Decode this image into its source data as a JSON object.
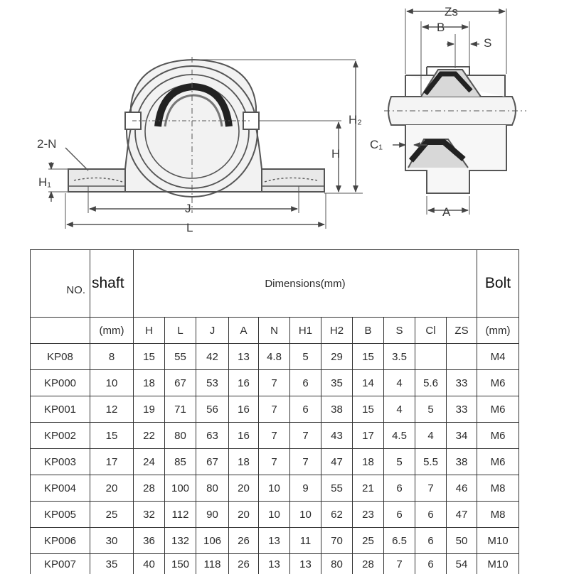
{
  "drawing": {
    "front_view_labels": {
      "n": "2-N",
      "h1": "H₁",
      "h": "H",
      "h2": "H₂",
      "j": "J",
      "l": "L"
    },
    "side_view_labels": {
      "zs": "Zs",
      "b": "B",
      "s": "S",
      "c1": "C₁",
      "a": "A"
    }
  },
  "table": {
    "header": {
      "no": "NO.",
      "shaft": "shaft",
      "dimensions": "Dimensions(mm)",
      "bolt": "Bolt"
    },
    "units": [
      "(mm)",
      "H",
      "L",
      "J",
      "A",
      "N",
      "H1",
      "H2",
      "B",
      "S",
      "Cl",
      "ZS",
      "(mm)"
    ],
    "rows": [
      [
        "KP08",
        "8",
        "15",
        "55",
        "42",
        "13",
        "4.8",
        "5",
        "29",
        "15",
        "3.5",
        "",
        "",
        "M4"
      ],
      [
        "KP000",
        "10",
        "18",
        "67",
        "53",
        "16",
        "7",
        "6",
        "35",
        "14",
        "4",
        "5.6",
        "33",
        "M6"
      ],
      [
        "KP001",
        "12",
        "19",
        "71",
        "56",
        "16",
        "7",
        "6",
        "38",
        "15",
        "4",
        "5",
        "33",
        "M6"
      ],
      [
        "KP002",
        "15",
        "22",
        "80",
        "63",
        "16",
        "7",
        "7",
        "43",
        "17",
        "4.5",
        "4",
        "34",
        "M6"
      ],
      [
        "KP003",
        "17",
        "24",
        "85",
        "67",
        "18",
        "7",
        "7",
        "47",
        "18",
        "5",
        "5.5",
        "38",
        "M6"
      ],
      [
        "KP004",
        "20",
        "28",
        "100",
        "80",
        "20",
        "10",
        "9",
        "55",
        "21",
        "6",
        "7",
        "46",
        "M8"
      ],
      [
        "KP005",
        "25",
        "32",
        "112",
        "90",
        "20",
        "10",
        "10",
        "62",
        "23",
        "6",
        "6",
        "47",
        "M8"
      ],
      [
        "KP006",
        "30",
        "36",
        "132",
        "106",
        "26",
        "13",
        "11",
        "70",
        "25",
        "6.5",
        "6",
        "50",
        "M10"
      ],
      [
        "KP007",
        "35",
        "40",
        "150",
        "118",
        "26",
        "13",
        "13",
        "80",
        "28",
        "7",
        "6",
        "54",
        "M10"
      ]
    ]
  }
}
